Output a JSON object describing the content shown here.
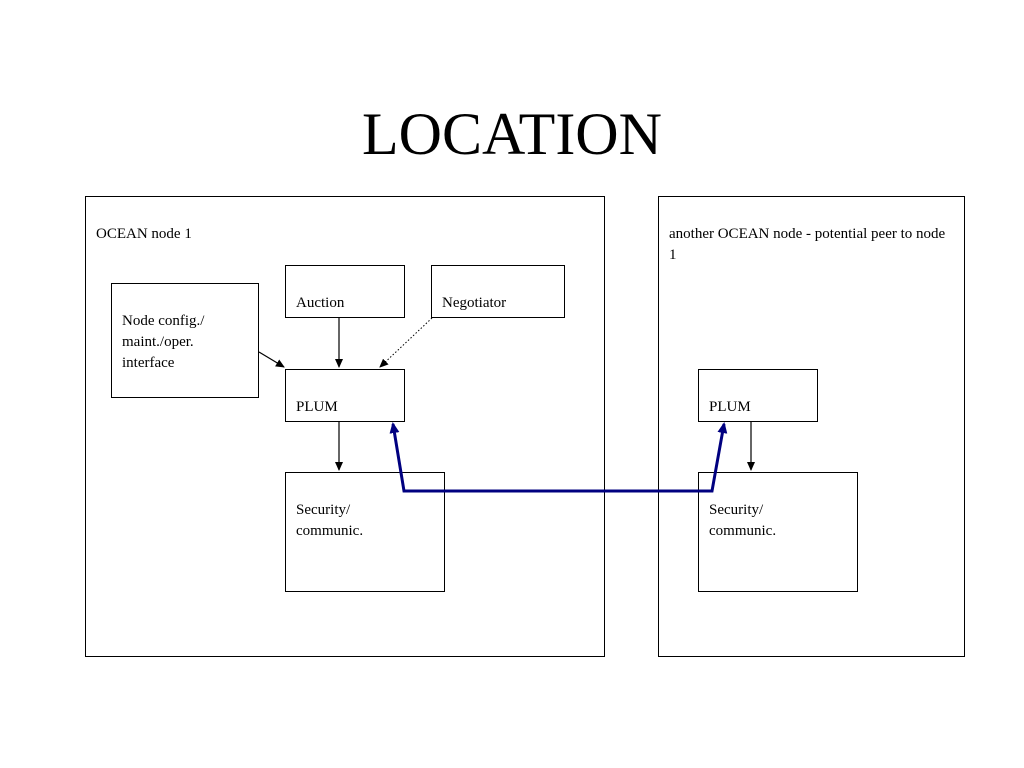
{
  "slide": {
    "title": "LOCATION"
  },
  "diagram": {
    "node1": {
      "label": "OCEAN node 1",
      "boxes": {
        "auction": "Auction",
        "negotiator": "Negotiator",
        "config": "Node config./\nmaint./oper.\ninterface",
        "plum": "PLUM",
        "security": "Security/\ncommunic."
      }
    },
    "node2": {
      "label": "another OCEAN node - potential peer to node 1",
      "boxes": {
        "plum": "PLUM",
        "security": "Security/\ncommunic."
      }
    },
    "colors": {
      "box_border": "#000000",
      "peer_link": "#000080"
    }
  }
}
